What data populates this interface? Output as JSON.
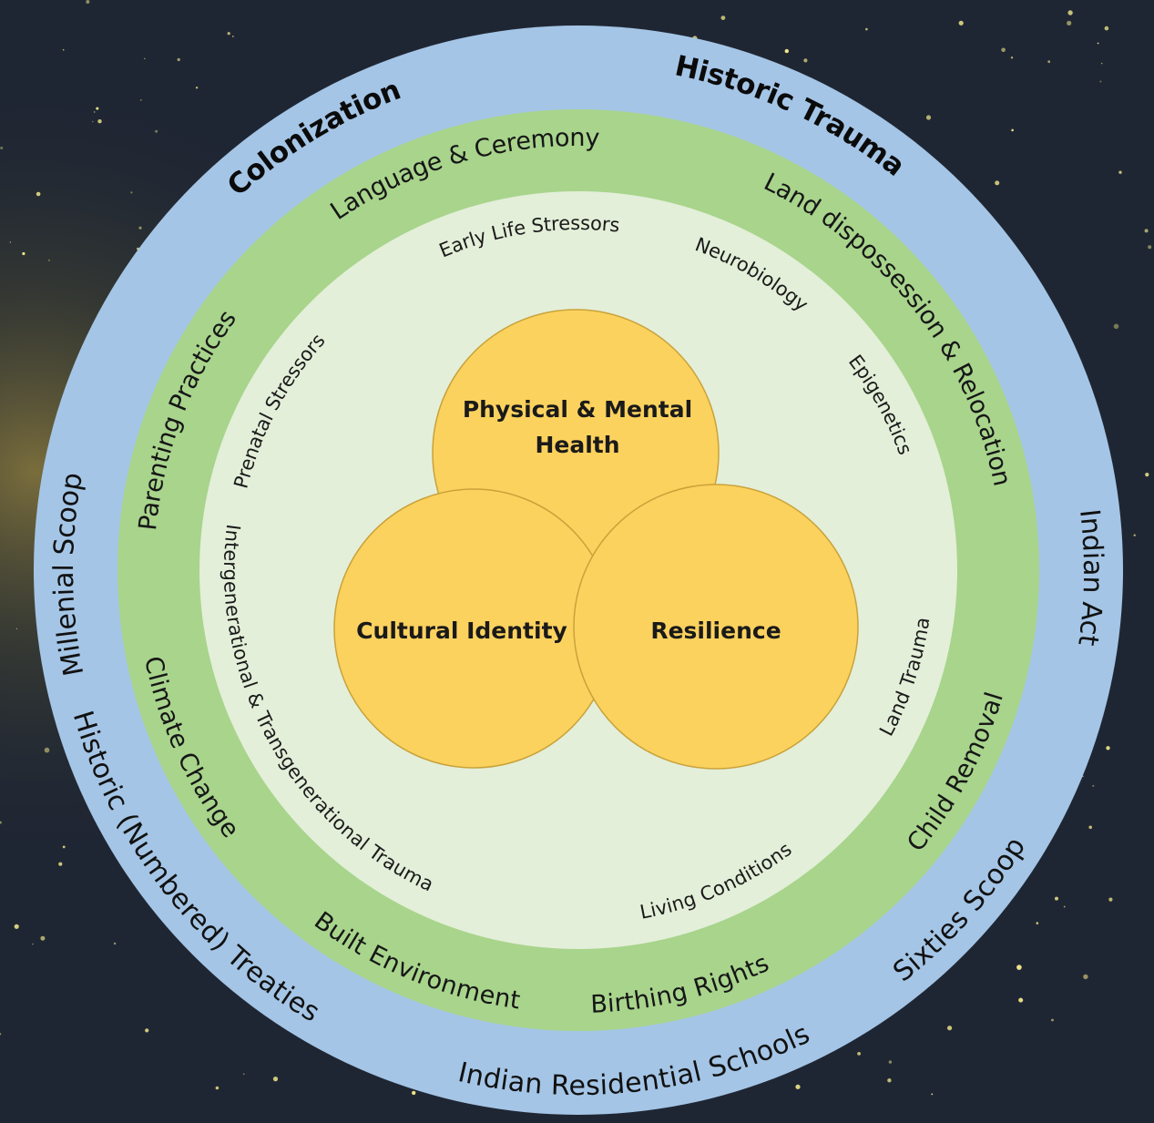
{
  "colors": {
    "background": "#1f2633",
    "outer_ring": "#a4c5e6",
    "middle_ring": "#a8d48c",
    "inner_disc": "#e3efd9",
    "core_circle": "#fcd25e",
    "core_stroke": "#c9a23a",
    "star": "#f1e98a"
  },
  "outer_ring": {
    "colonization": "Colonization",
    "historic_trauma": "Historic Trauma",
    "millenial_scoop": "Millenial Scoop",
    "indian_act": "Indian Act",
    "sixties_scoop": "Sixties Scoop",
    "historic_treaties": "Historic (Numbered) Treaties",
    "residential_schools": "Indian Residential Schools"
  },
  "middle_ring": {
    "language_ceremony": "Language & Ceremony",
    "land_dispossession": "Land dispossession & Relocation",
    "parenting_practices": "Parenting  Practices",
    "climate_change": "Climate Change",
    "child_removal": "Child Removal",
    "birthing_rights": "Birthing Rights",
    "built_environment": "Built Environment"
  },
  "inner_ring": {
    "early_life_stressors": "Early Life Stressors",
    "neurobiology": "Neurobiology",
    "prenatal_stressors": "Prenatal Stressors",
    "epigenetics": "Epigenetics",
    "land_trauma": "Land Trauma",
    "intergenerational_trauma": "Intergenerational & Transgenerational Trauma",
    "living_conditions": "Living Conditions"
  },
  "core": {
    "health_line1": "Physical & Mental",
    "health_line2": "Health",
    "cultural_identity": "Cultural Identity",
    "resilience": "Resilience"
  }
}
